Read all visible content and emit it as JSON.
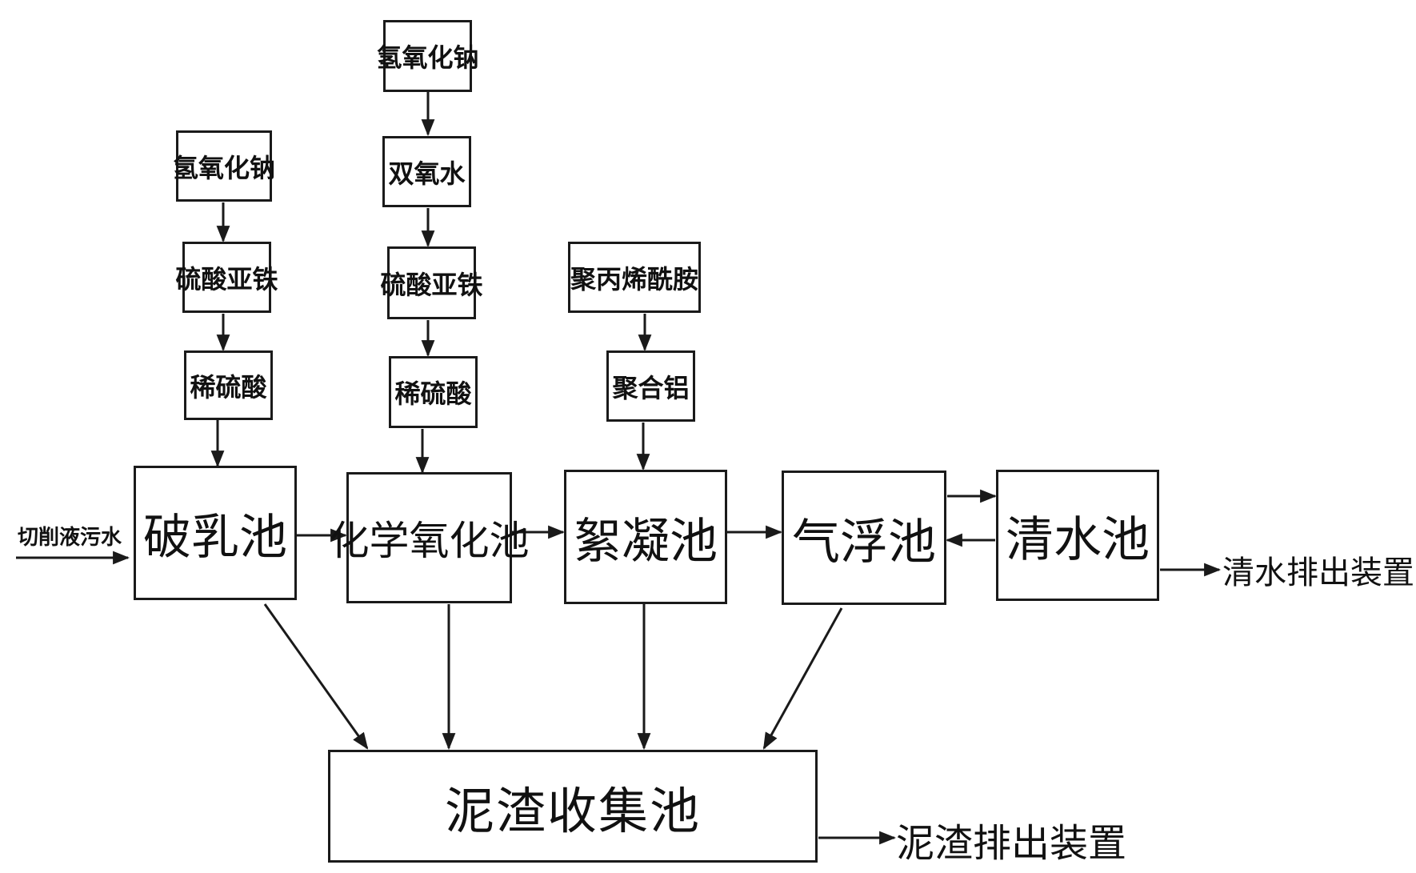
{
  "chemicals": {
    "stack_demulsify": [
      "氢氧化钠",
      "硫酸亚铁",
      "稀硫酸"
    ],
    "stack_oxidation": [
      "氢氧化钠",
      "双氧水",
      "硫酸亚铁",
      "稀硫酸"
    ],
    "stack_flocculation": [
      "聚丙烯酰胺",
      "聚合铝"
    ]
  },
  "tanks": {
    "demulsify": "破乳池",
    "oxidation": "化学氧化池",
    "flocculation": "絮凝池",
    "flotation": "气浮池",
    "clear_water": "清水池",
    "sludge": "泥渣收集池"
  },
  "labels": {
    "inlet": "切削液污水",
    "clear_outlet": "清水排出装置",
    "sludge_outlet": "泥渣排出装置"
  },
  "colors": {
    "stroke": "#1a1a1a",
    "background": "#ffffff"
  }
}
